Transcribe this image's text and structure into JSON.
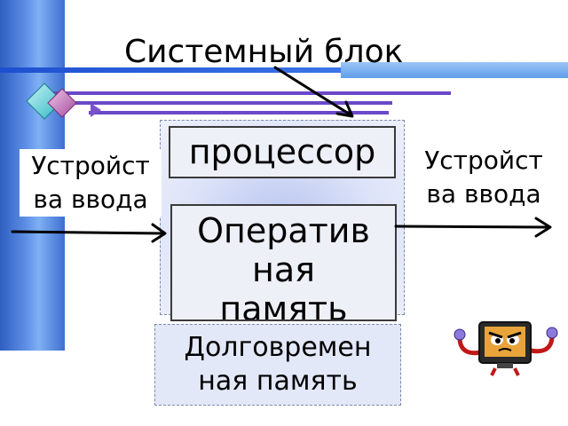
{
  "title": "Системный блок",
  "processor": "процессор",
  "ram": {
    "line1": "Оператив",
    "line2": "ная",
    "line3": "память"
  },
  "input_left": {
    "line1": "Устройст",
    "line2": "ва ввода"
  },
  "input_right": {
    "line1": "Устройст",
    "line2": "ва ввода"
  },
  "long_term_memory": {
    "line1": "Долговремен",
    "line2": "ная память"
  },
  "colors": {
    "accent_blue": "#2f5fc0",
    "purple": "#6b48c8"
  },
  "icons": [
    "diamond-decoration-icon",
    "computer-mascot-icon"
  ]
}
